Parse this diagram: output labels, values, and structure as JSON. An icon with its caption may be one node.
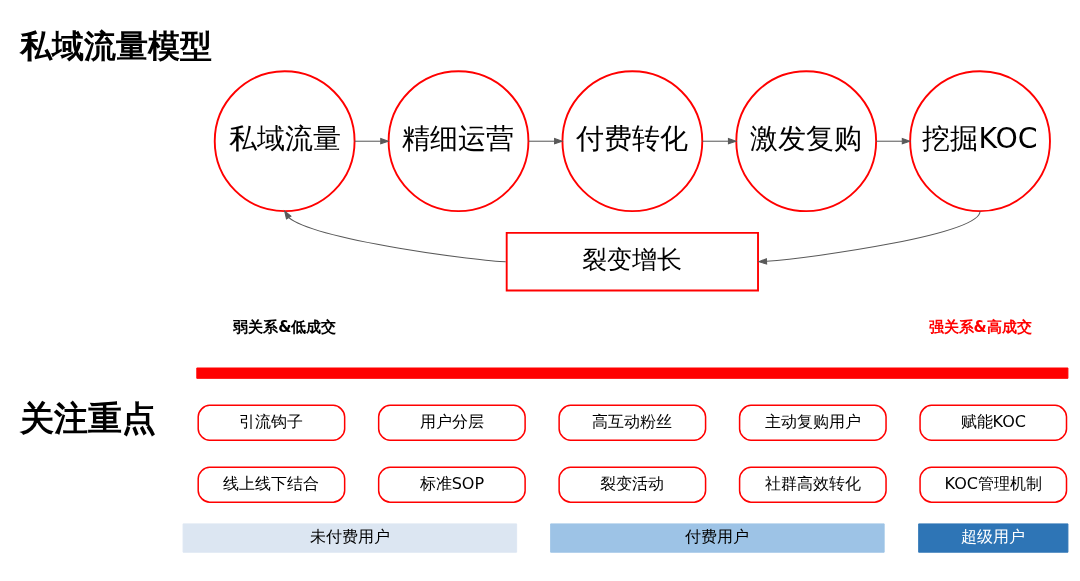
{
  "diagram": {
    "title": "私域流量模型",
    "nodes": [
      {
        "text": [
          "私域流量"
        ]
      },
      {
        "text": [
          "精细运营"
        ]
      },
      {
        "text": [
          "付费转化"
        ]
      },
      {
        "text": [
          "激发复购"
        ]
      },
      {
        "text": [
          "挖掘KOC"
        ]
      },
      {
        "text": [
          "裂变增长"
        ]
      },
      {
        "text": [],
        "shape": "bar"
      },
      {
        "text": [
          "引流钩子"
        ]
      },
      {
        "text": [
          "用户分层"
        ]
      },
      {
        "text": [
          "高互动粉丝"
        ]
      },
      {
        "text": [
          "主动复购用户"
        ]
      },
      {
        "text": [
          "赋能KOC"
        ]
      },
      {
        "text": [
          "线上线下结合"
        ]
      },
      {
        "text": [
          "标准SOP"
        ]
      },
      {
        "text": [
          "裂变活动"
        ]
      },
      {
        "text": [
          "社群高效转化"
        ]
      },
      {
        "text": [
          "KOC管理机制"
        ]
      },
      {
        "text": [
          "未付费用户"
        ]
      },
      {
        "text": [
          "付费用户"
        ]
      },
      {
        "text": [
          "超级用户"
        ]
      }
    ],
    "edges": [
      {
        "from": 0,
        "to": 1,
        "arrow": "to"
      },
      {
        "from": 1,
        "to": 2,
        "arrow": "to"
      },
      {
        "from": 2,
        "to": 3,
        "arrow": "to"
      },
      {
        "from": 3,
        "to": 4,
        "arrow": "to"
      },
      {
        "from": 4,
        "to": 5,
        "arrow": "to"
      },
      {
        "from": 5,
        "to": 0,
        "arrow": "to"
      }
    ],
    "labels": [
      "弱关系&低成交",
      "强关系&高成交",
      "关注重点"
    ]
  }
}
